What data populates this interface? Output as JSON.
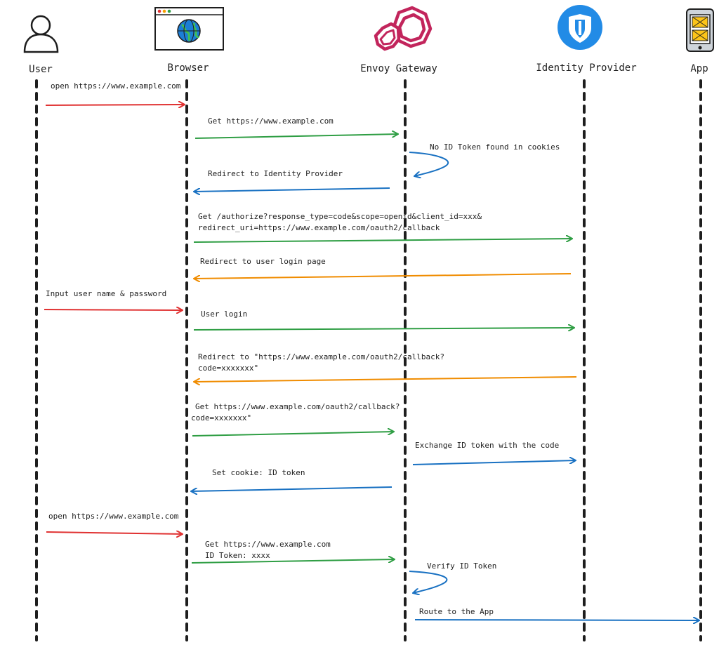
{
  "colors": {
    "red": "#e03131",
    "green": "#2f9e44",
    "blue": "#1971c2",
    "orange": "#f08c00",
    "ink": "#1e1e1e",
    "envoy": "#c2255c",
    "idp": "#228be6"
  },
  "actors": [
    {
      "id": "user",
      "label": "User",
      "icon": "user-icon"
    },
    {
      "id": "browser",
      "label": "Browser",
      "icon": "browser-window-icon"
    },
    {
      "id": "gateway",
      "label": "Envoy Gateway",
      "icon": "envoy-logo-icon"
    },
    {
      "id": "idp",
      "label": "Identity Provider",
      "icon": "shield-icon"
    },
    {
      "id": "app",
      "label": "App",
      "icon": "app-device-icon"
    }
  ],
  "messages": [
    {
      "from": "user",
      "to": "browser",
      "color": "red",
      "lines": [
        "open https://www.example.com"
      ]
    },
    {
      "from": "browser",
      "to": "gateway",
      "color": "green",
      "lines": [
        "Get https://www.example.com"
      ]
    },
    {
      "from": "gateway",
      "to": "gateway",
      "color": "blue",
      "lines": [
        "No ID Token found in cookies"
      ]
    },
    {
      "from": "gateway",
      "to": "browser",
      "color": "blue",
      "lines": [
        "Redirect to Identity Provider"
      ]
    },
    {
      "from": "browser",
      "to": "idp",
      "color": "green",
      "lines": [
        "Get /authorize?response_type=code&scope=openid&client_id=xxx&",
        "redirect_uri=https://www.example.com/oauth2/callback"
      ]
    },
    {
      "from": "idp",
      "to": "browser",
      "color": "orange",
      "lines": [
        "Redirect to user login page"
      ]
    },
    {
      "from": "user",
      "to": "browser",
      "color": "red",
      "lines": [
        "Input user name & password"
      ]
    },
    {
      "from": "browser",
      "to": "idp",
      "color": "green",
      "lines": [
        "User login"
      ]
    },
    {
      "from": "idp",
      "to": "browser",
      "color": "orange",
      "lines": [
        "Redirect to \"https://www.example.com/oauth2/callback?",
        "code=xxxxxxx\""
      ]
    },
    {
      "from": "browser",
      "to": "gateway",
      "color": "green",
      "lines": [
        "Get https://www.example.com/oauth2/callback?",
        "code=xxxxxxx\""
      ]
    },
    {
      "from": "gateway",
      "to": "idp",
      "color": "blue",
      "lines": [
        "Exchange ID token with the code"
      ]
    },
    {
      "from": "gateway",
      "to": "browser",
      "color": "blue",
      "lines": [
        "Set cookie: ID token"
      ]
    },
    {
      "from": "user",
      "to": "browser",
      "color": "red",
      "lines": [
        "open https://www.example.com"
      ]
    },
    {
      "from": "browser",
      "to": "gateway",
      "color": "green",
      "lines": [
        "Get https://www.example.com",
        "ID Token: xxxx"
      ]
    },
    {
      "from": "gateway",
      "to": "gateway",
      "color": "blue",
      "lines": [
        "Verify ID Token"
      ]
    },
    {
      "from": "gateway",
      "to": "app",
      "color": "blue",
      "lines": [
        "Route to the App"
      ]
    }
  ]
}
